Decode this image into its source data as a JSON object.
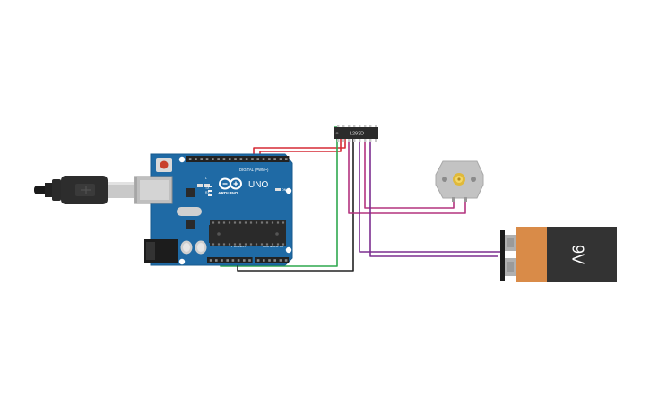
{
  "arduino": {
    "brand": "ARDUINO",
    "model": "UNO",
    "header_digital": "DIGITAL (PWM~)",
    "header_power": "POWER",
    "header_analog": "ANALOG IN",
    "label_on": "ON",
    "label_tx": "TX",
    "label_rx": "RX",
    "label_l": "L"
  },
  "driver_ic": {
    "label": "L293D"
  },
  "battery": {
    "label": "9V"
  },
  "colors": {
    "board_blue": "#1f6aa5",
    "wire_red": "#d62a35",
    "wire_magenta": "#b3337e",
    "wire_purple": "#7c2e8f",
    "wire_green": "#2fa84f",
    "wire_black": "#222222",
    "battery_orange": "#d98b48",
    "battery_body": "#333333"
  },
  "icons": {
    "usb_cable": "usb-cable-icon",
    "dc_motor": "dc-motor-icon",
    "battery": "battery-9v-icon",
    "chip": "chip-icon"
  }
}
